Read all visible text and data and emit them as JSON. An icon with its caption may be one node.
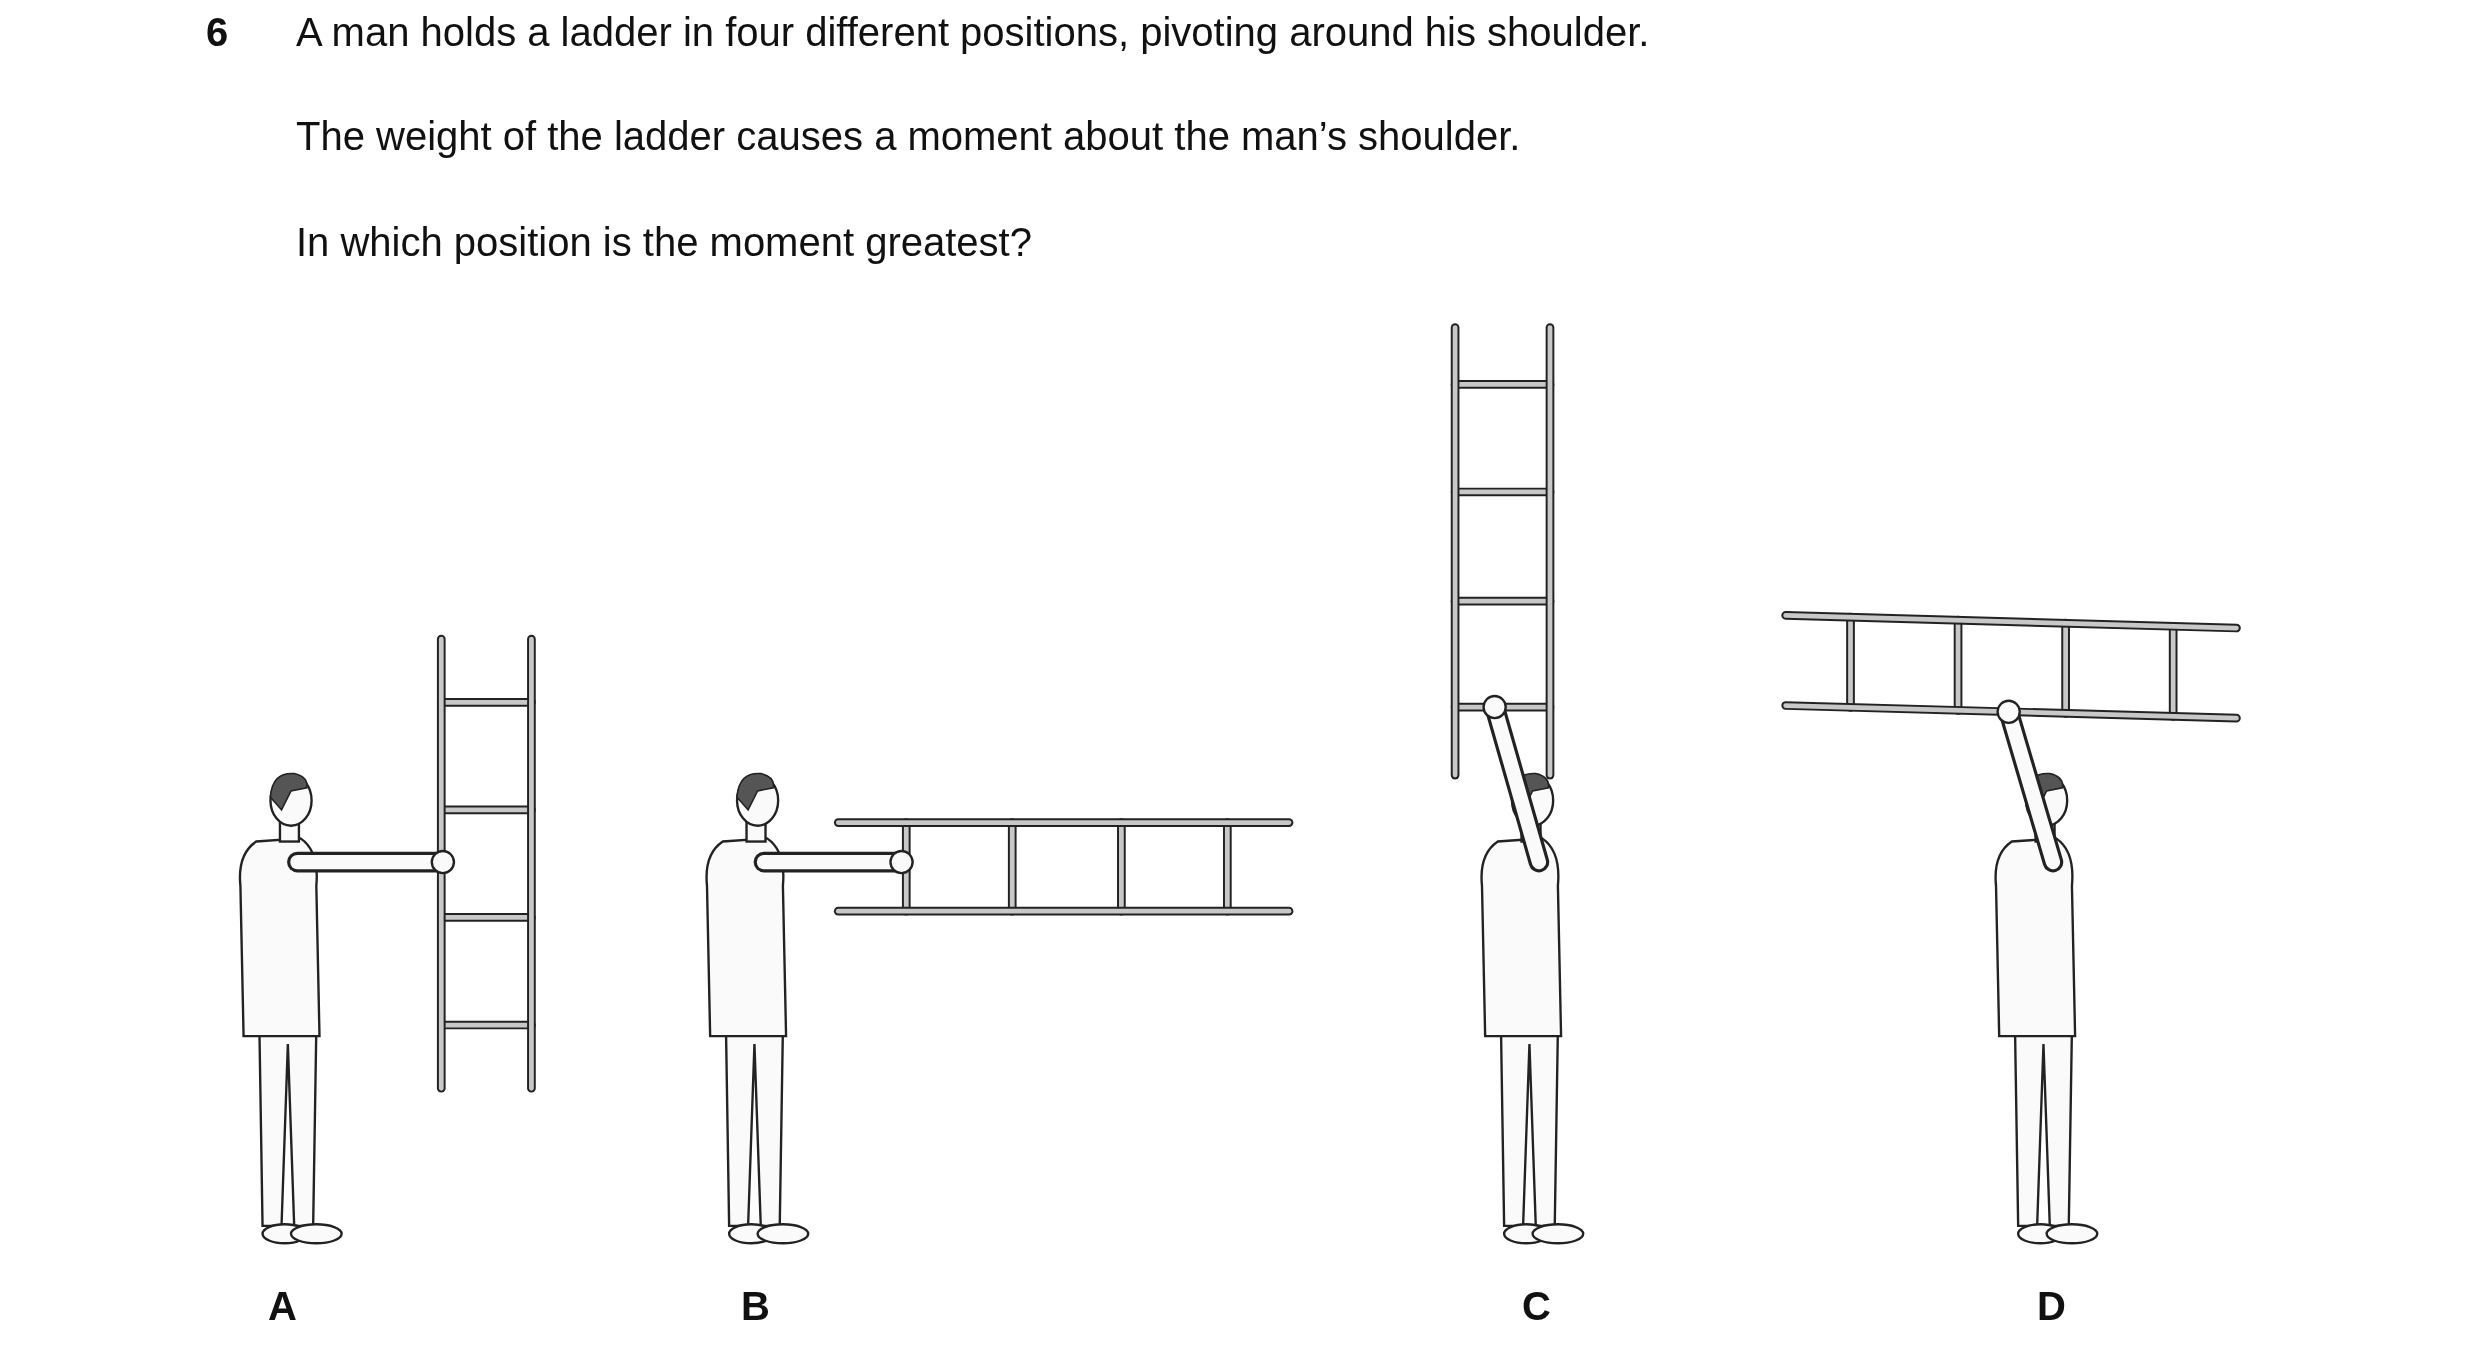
{
  "diagram": {
    "labels": [
      "6",
      "A man holds a ladder in four different positions, pivoting around his shoulder.",
      "The weight of the ladder causes a moment about the man’s shoulder.",
      "In which position is the moment greatest?",
      "A",
      "B",
      "C",
      "D"
    ]
  }
}
